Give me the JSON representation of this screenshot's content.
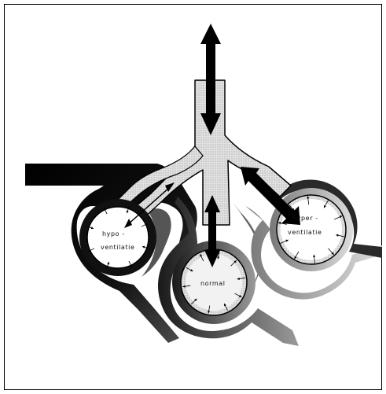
{
  "alveoli": [
    {
      "name": "hypo",
      "label_lines": [
        "hypo -",
        "ventilatie"
      ]
    },
    {
      "name": "normal",
      "label_lines": [
        "normal"
      ]
    },
    {
      "name": "hyper",
      "label_lines": [
        "hyper -",
        "ventilatie"
      ]
    }
  ],
  "colors": {
    "line": "#000000",
    "airway_fill": "#d9d9d9",
    "vessel_fill": "#111111",
    "vessel_light": "#bdbdbd",
    "background": "#ffffff"
  }
}
